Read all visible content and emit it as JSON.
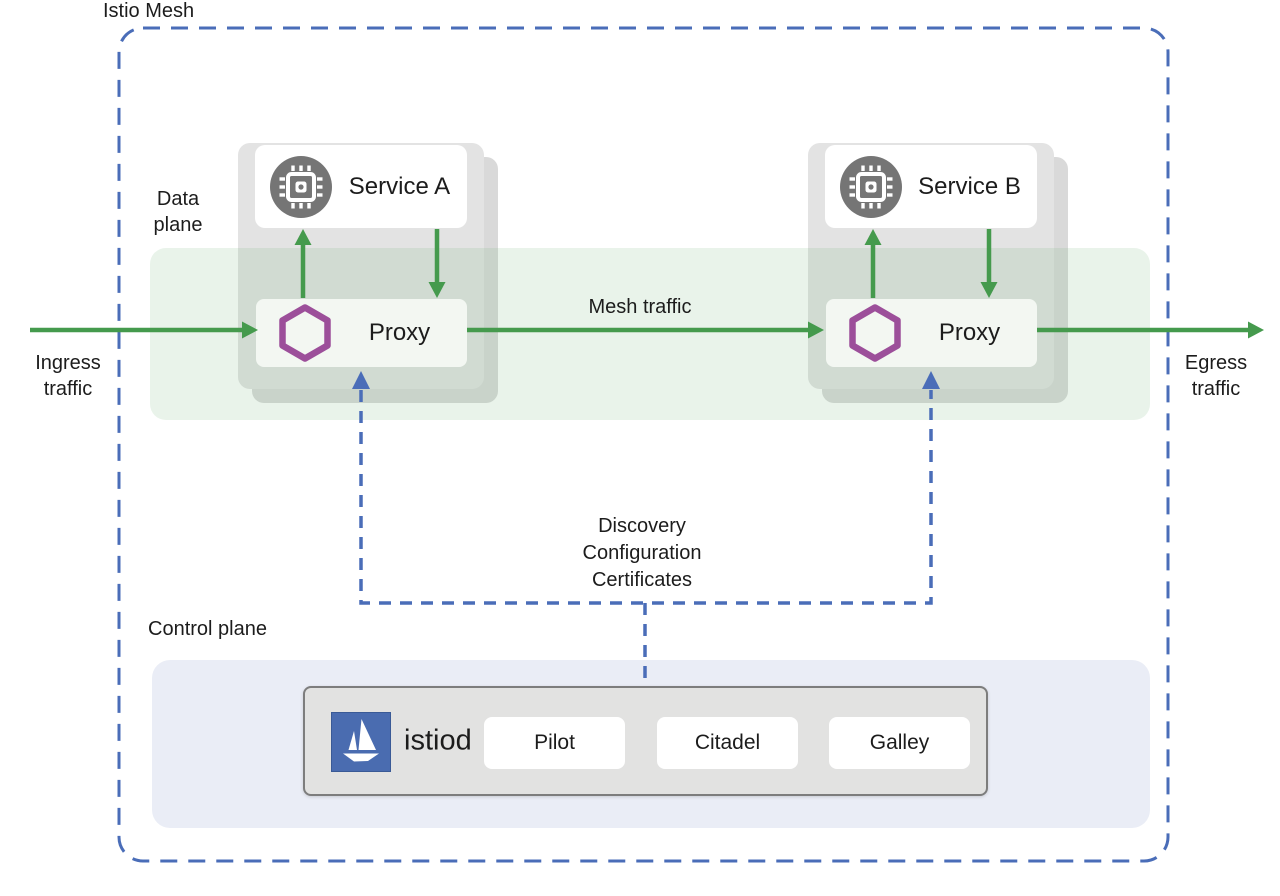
{
  "title": "Istio Mesh",
  "labels": {
    "data_plane": "Data plane",
    "control_plane": "Control plane",
    "ingress_traffic": "Ingress traffic",
    "egress_traffic": "Egress traffic",
    "mesh_traffic": "Mesh traffic"
  },
  "services": [
    {
      "name": "Service A",
      "proxy_label": "Proxy",
      "icon": "chip-icon",
      "proxy_icon": "envoy-hexagon-icon"
    },
    {
      "name": "Service B",
      "proxy_label": "Proxy",
      "icon": "chip-icon",
      "proxy_icon": "envoy-hexagon-icon"
    }
  ],
  "control_plane_flow": {
    "lines": [
      "Discovery",
      "Configuration",
      "Certificates"
    ]
  },
  "istiod": {
    "label": "istiod",
    "icon": "istio-sail-icon",
    "components": [
      "Pilot",
      "Citadel",
      "Galley"
    ]
  },
  "colors": {
    "mesh_border_blue": "#4a6db8",
    "istio_logo_blue": "#4a6cb0",
    "arrow_green": "#459a4d",
    "envoy_purple": "#9c4f9a",
    "data_plane_band": "#e9f1e8",
    "control_plane_band": "#eaedf6",
    "pod_gray": "#e3e3e3",
    "pod_gray_back": "#d9d9d9",
    "proxy_box_bg": "#f3f7f2",
    "istiod_box_bg": "#e2e2e1",
    "istiod_box_border": "#7d7d7d",
    "service_icon_gray": "#757575",
    "text": "#1c1c1c"
  }
}
